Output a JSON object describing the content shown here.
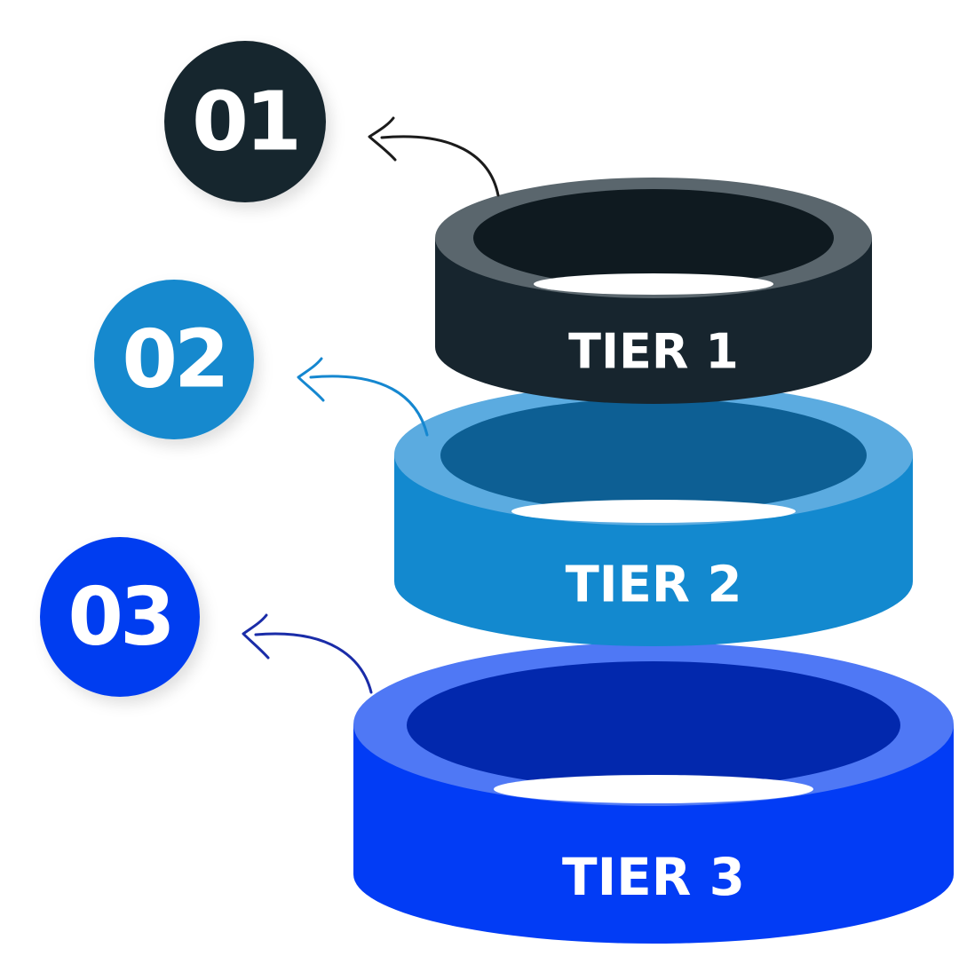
{
  "tiers": [
    {
      "badge": "01",
      "label": "TIER 1",
      "colors": {
        "body": "#17252e",
        "top": "#5a666d",
        "inner": "#0f1a20",
        "badge": "#18262e",
        "arrow": "#1b1b1b"
      }
    },
    {
      "badge": "02",
      "label": "TIER 2",
      "colors": {
        "body": "#1389cf",
        "top": "#5babe0",
        "inner": "#0d5f94",
        "badge": "#1589ce",
        "arrow": "#1587d0"
      }
    },
    {
      "badge": "03",
      "label": "TIER 3",
      "colors": {
        "body": "#023cf5",
        "top": "#4f78f5",
        "inner": "#0228ad",
        "badge": "#033ef0",
        "arrow": "#1a2ca8"
      }
    }
  ]
}
